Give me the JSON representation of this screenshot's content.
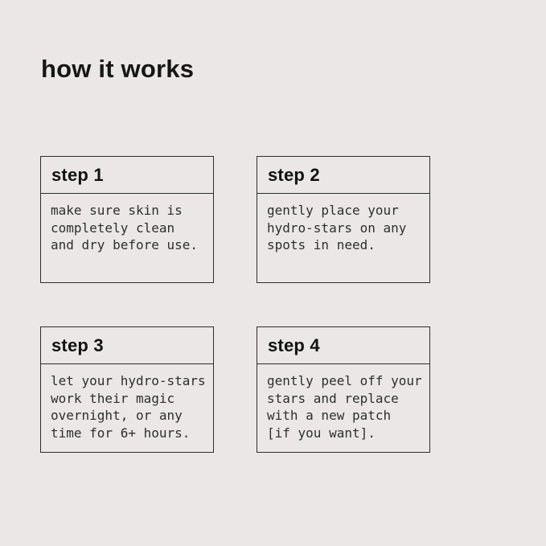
{
  "page": {
    "title": "how it works",
    "background_color": "#ebe7e7",
    "border_color": "#2d2d2d",
    "title_color": "#161616",
    "body_text_color": "#2e2e2e"
  },
  "steps": [
    {
      "label": "step 1",
      "body": "make sure skin is\ncompletely clean\nand dry before use."
    },
    {
      "label": "step 2",
      "body": "gently place your\nhydro-stars on any\nspots in need."
    },
    {
      "label": "step 3",
      "body": "let your hydro-stars\nwork their magic\novernight, or any\ntime for 6+ hours."
    },
    {
      "label": "step 4",
      "body": "gently peel off your\nstars and replace\nwith a new patch\n[if you want]."
    }
  ]
}
